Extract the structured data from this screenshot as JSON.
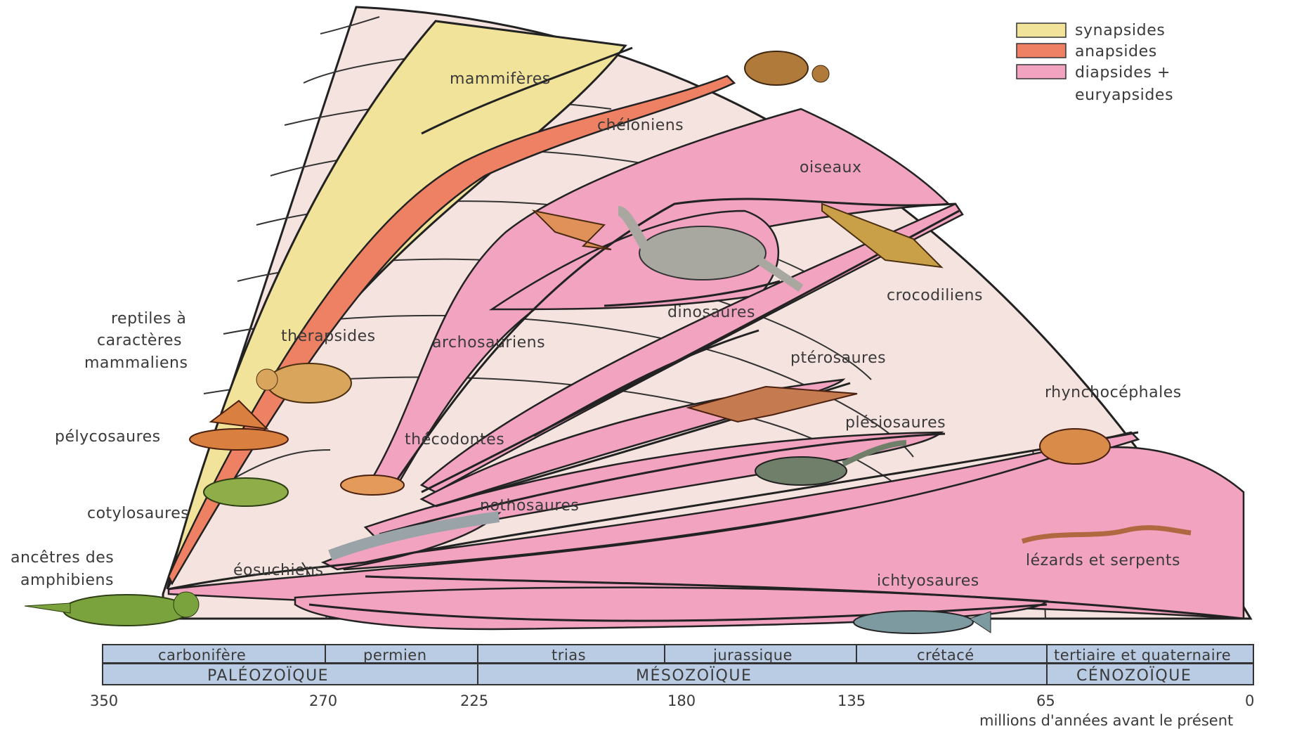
{
  "legend": [
    {
      "label": "synapsides",
      "color": "#f2e39a"
    },
    {
      "label": "anapsides",
      "color": "#ee8064"
    },
    {
      "label": "diapsides +",
      "color": "#f1a3bf"
    },
    {
      "label": "euryapsides",
      "color": ""
    }
  ],
  "groups": {
    "mammiferes": "mammifères",
    "cheloniens": "chéloniens",
    "oiseaux": "oiseaux",
    "crocodiliens": "crocodiliens",
    "dinosaures": "dinosaures",
    "therapsides": "thérapsides",
    "archosauriens": "archosauriens",
    "reptiles_line1": "reptiles à",
    "reptiles_line2": "caractères",
    "reptiles_line3": "mammaliens",
    "pterosaures": "ptérosaures",
    "rhynchocephales": "rhynchocéphales",
    "pelycosaures": "pélycosaures",
    "thecodontes": "thécodontes",
    "plesiosaures": "plésiosaures",
    "cotylosaures": "cotylosaures",
    "nothosaures": "nothosaures",
    "ancetres_line1": "ancêtres des",
    "ancetres_line2": "amphibiens",
    "eosuchiens": "éosuchiens",
    "lezards": "lézards et serpents",
    "ichtyosaures": "ichtyosaures"
  },
  "periods": [
    "carbonifère",
    "permien",
    "trias",
    "jurassique",
    "crétacé",
    "tertiaire et quaternaire"
  ],
  "eras": [
    "PALÉOZOÏQUE",
    "MÉSOZOÏQUE",
    "CÉNOZOÏQUE"
  ],
  "ticks": [
    "350",
    "270",
    "225",
    "180",
    "135",
    "65",
    "0"
  ],
  "axis_caption": "millions d'années avant le présent",
  "colors": {
    "background_fan": "#f5e3df",
    "synapsid": "#f2e39a",
    "anapsid": "#ee8064",
    "diapsid": "#f1a3bf",
    "timeline_band": "#b9cce3"
  }
}
